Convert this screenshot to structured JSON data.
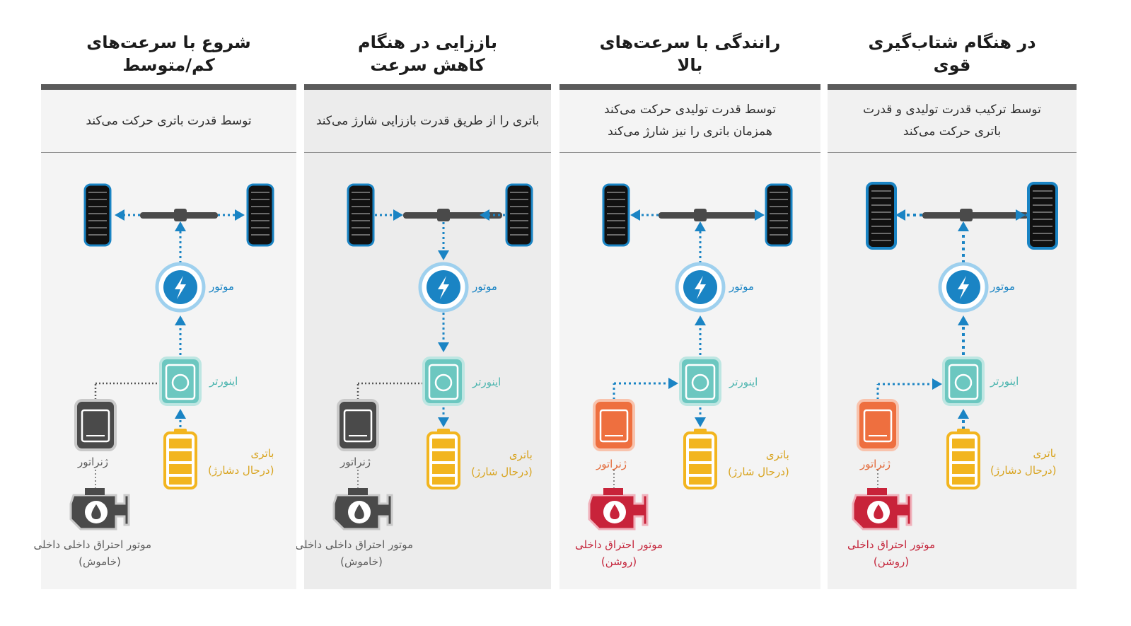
{
  "colors": {
    "accent_blue": "#1a84c4",
    "inverter_teal": "#4fb6b0",
    "battery_yellow": "#f2b51f",
    "generator_off": "#4a4a4a",
    "generator_on": "#ee6f3f",
    "engine_on": "#c8233a",
    "panel_light": "#f4f4f4",
    "panel_mid": "#ececec"
  },
  "columns": [
    {
      "title_lines": [
        "در هنگام شتاب‌گیری",
        "قوی"
      ],
      "desc_lines": [
        "توسط ترکیب قدرت تولیدی و قدرت",
        "باتری حرکت می‌کند"
      ],
      "motor_label": "موتور",
      "inverter_label": "اینورتر",
      "battery_label_lines": [
        "باتری",
        "(درحال دشارژ)"
      ],
      "generator_label": "ژنراتور",
      "engine_label_lines": [
        "موتور احتراق داخلی",
        "(روشن)"
      ]
    },
    {
      "title_lines": [
        "رانندگی با سرعت‌های",
        "بالا"
      ],
      "desc_lines": [
        "توسط قدرت تولیدی حرکت می‌کند",
        "همزمان باتری را نیز شارژ می‌کند"
      ],
      "motor_label": "موتور",
      "inverter_label": "اینورتر",
      "battery_label_lines": [
        "باتری",
        "(درحال شارژ)"
      ],
      "generator_label": "ژنراتور",
      "engine_label_lines": [
        "موتور احتراق داخلی",
        "(روشن)"
      ]
    },
    {
      "title_lines": [
        "باززایی در هنگام",
        "کاهش سرعت"
      ],
      "desc_lines": [
        "باتری را از طریق قدرت باززایی شارژ می‌کند"
      ],
      "motor_label": "موتور",
      "inverter_label": "اینورتر",
      "battery_label_lines": [
        "باتری",
        "(درحال شارژ)"
      ],
      "generator_label": "ژنراتور",
      "engine_label_lines": [
        "موتور احتراق داخلی داخلی",
        "(خاموش)"
      ]
    },
    {
      "title_lines": [
        "شروع با سرعت‌های",
        "کم/متوسط"
      ],
      "desc_lines": [
        "توسط قدرت باتری حرکت می‌کند"
      ],
      "motor_label": "موتور",
      "inverter_label": "اینورتر",
      "battery_label_lines": [
        "باتری",
        "(درحال دشارژ)"
      ],
      "generator_label": "ژنراتور",
      "engine_label_lines": [
        "موتور احتراق داخلی داخلی",
        "(خاموش)"
      ]
    }
  ]
}
